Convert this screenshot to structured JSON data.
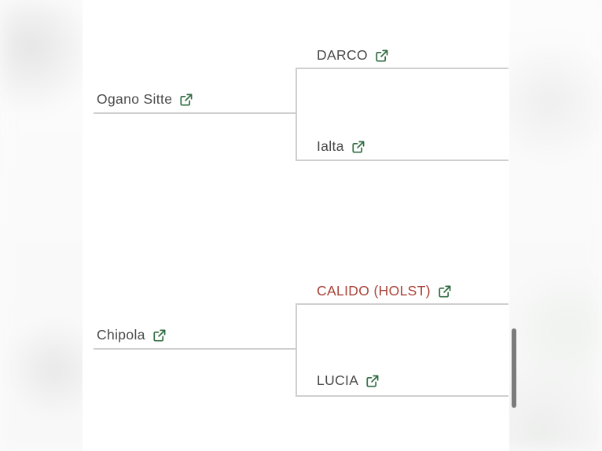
{
  "view": {
    "type": "pedigree-bracket",
    "panel_background": "#ffffff",
    "line_color": "#cfcfcf",
    "text_color": "#4a4a4a",
    "highlight_color": "#a93f35",
    "icon_color": "#2f6b41",
    "scrollbar_color": "#7b7b7b"
  },
  "brackets": [
    {
      "id": "upper",
      "root": {
        "label": "Ogano Sitte",
        "icon": "external-link-icon",
        "highlighted": false
      },
      "children": [
        {
          "label": "DARCO",
          "icon": "external-link-icon",
          "highlighted": false
        },
        {
          "label": "Ialta",
          "icon": "external-link-icon",
          "highlighted": false
        }
      ]
    },
    {
      "id": "lower",
      "root": {
        "label": "Chipola",
        "icon": "external-link-icon",
        "highlighted": false
      },
      "children": [
        {
          "label": "CALIDO (HOLST)",
          "icon": "external-link-icon",
          "highlighted": true
        },
        {
          "label": "LUCIA",
          "icon": "external-link-icon",
          "highlighted": false
        }
      ]
    }
  ],
  "scrollbar": {
    "name": "vertical-scrollbar"
  }
}
